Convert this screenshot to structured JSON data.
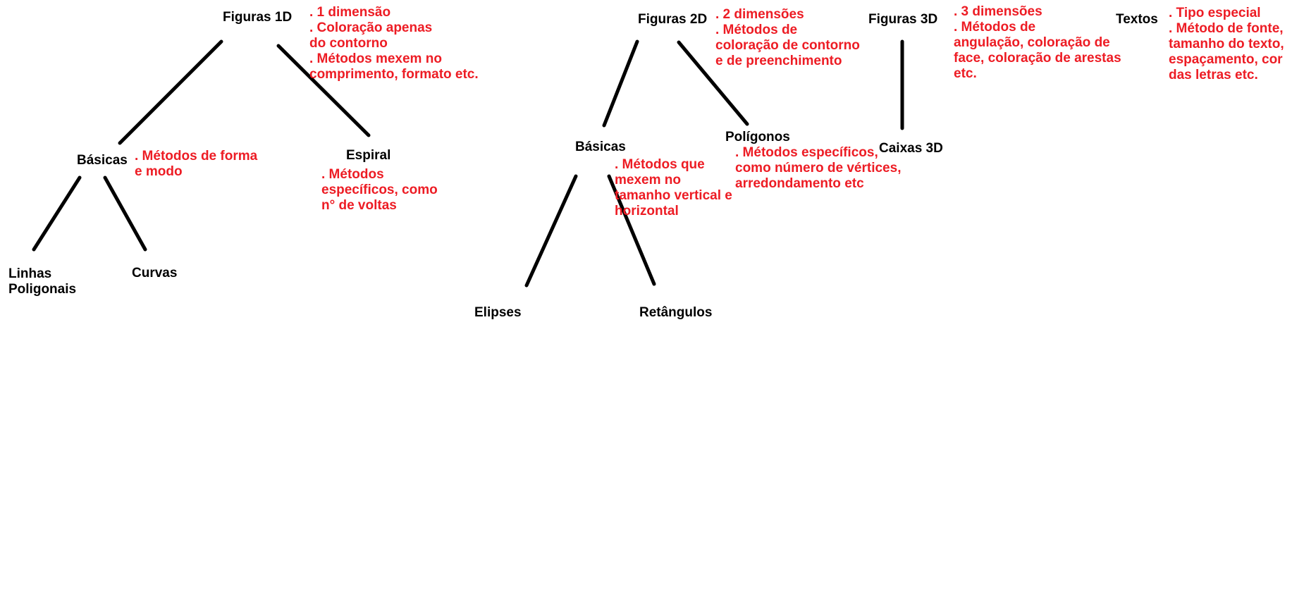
{
  "colors": {
    "background": "#ffffff",
    "node_text": "#000000",
    "note_text": "#ed1c24",
    "edge": "#000000"
  },
  "nodes": {
    "figuras_1d": "Figuras 1D",
    "basicas_1d": "Básicas",
    "espiral": "Espiral",
    "linhas_poligonais": "Linhas\nPoligonais",
    "curvas": "Curvas",
    "figuras_2d": "Figuras 2D",
    "basicas_2d": "Básicas",
    "poligonos": "Polígonos",
    "elipses": "Elipses",
    "retangulos": "Retângulos",
    "figuras_3d": "Figuras 3D",
    "caixas_3d": "Caixas 3D",
    "textos": "Textos"
  },
  "notes": {
    "figuras_1d": ". 1 dimensão\n. Coloração apenas\ndo contorno\n. Métodos mexem no\ncomprimento, formato etc.",
    "basicas_1d": ". Métodos de forma\ne modo",
    "espiral": ". Métodos\nespecíficos, como\nn° de voltas",
    "figuras_2d": ". 2 dimensões\n. Métodos de\ncoloração de contorno\ne de preenchimento",
    "basicas_2d": ". Métodos que\nmexem no\ntamanho vertical e\nhorizontal",
    "poligonos": ". Métodos específicos,\ncomo número de vértices,\narredondamento etc",
    "figuras_3d": ". 3 dimensões\n. Métodos de\nangulação, coloração de\nface, coloração de arestas\netc.",
    "textos": ". Tipo especial\n. Método de fonte,\ntamanho do texto,\nespaçamento, cor\ndas letras etc."
  },
  "edges": [
    {
      "from": "figuras_1d",
      "to": "basicas_1d"
    },
    {
      "from": "figuras_1d",
      "to": "espiral"
    },
    {
      "from": "basicas_1d",
      "to": "linhas_poligonais"
    },
    {
      "from": "basicas_1d",
      "to": "curvas"
    },
    {
      "from": "figuras_2d",
      "to": "basicas_2d"
    },
    {
      "from": "figuras_2d",
      "to": "poligonos"
    },
    {
      "from": "basicas_2d",
      "to": "elipses"
    },
    {
      "from": "basicas_2d",
      "to": "retangulos"
    },
    {
      "from": "figuras_3d",
      "to": "caixas_3d"
    }
  ]
}
